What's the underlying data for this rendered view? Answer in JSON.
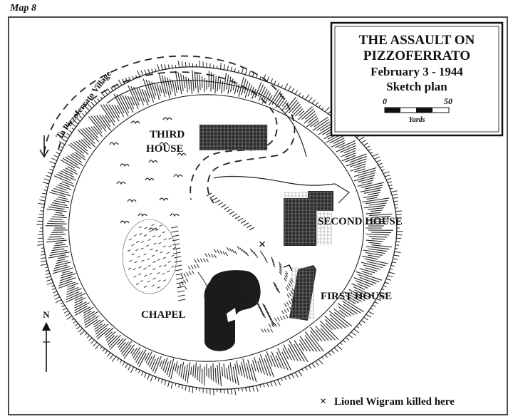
{
  "map_label": "Map 8",
  "title": {
    "line1": "THE ASSAULT ON",
    "line2": "PIZZOFERRATO",
    "line3": "February 3 - 1944",
    "line4": "Sketch plan"
  },
  "scale_bar": {
    "start_label": "0",
    "end_label": "50",
    "unit_label": "Yards"
  },
  "road_label": "To Pizzoferrato Village",
  "buildings": {
    "third_house_line1": "THIRD",
    "third_house_line2": "HOUSE",
    "second_house": "SECOND HOUSE",
    "first_house": "FIRST HOUSE",
    "chapel": "CHAPEL"
  },
  "north_arrow_label": "N",
  "legend": {
    "symbol": "×",
    "text": "Lionel Wigram killed here"
  }
}
